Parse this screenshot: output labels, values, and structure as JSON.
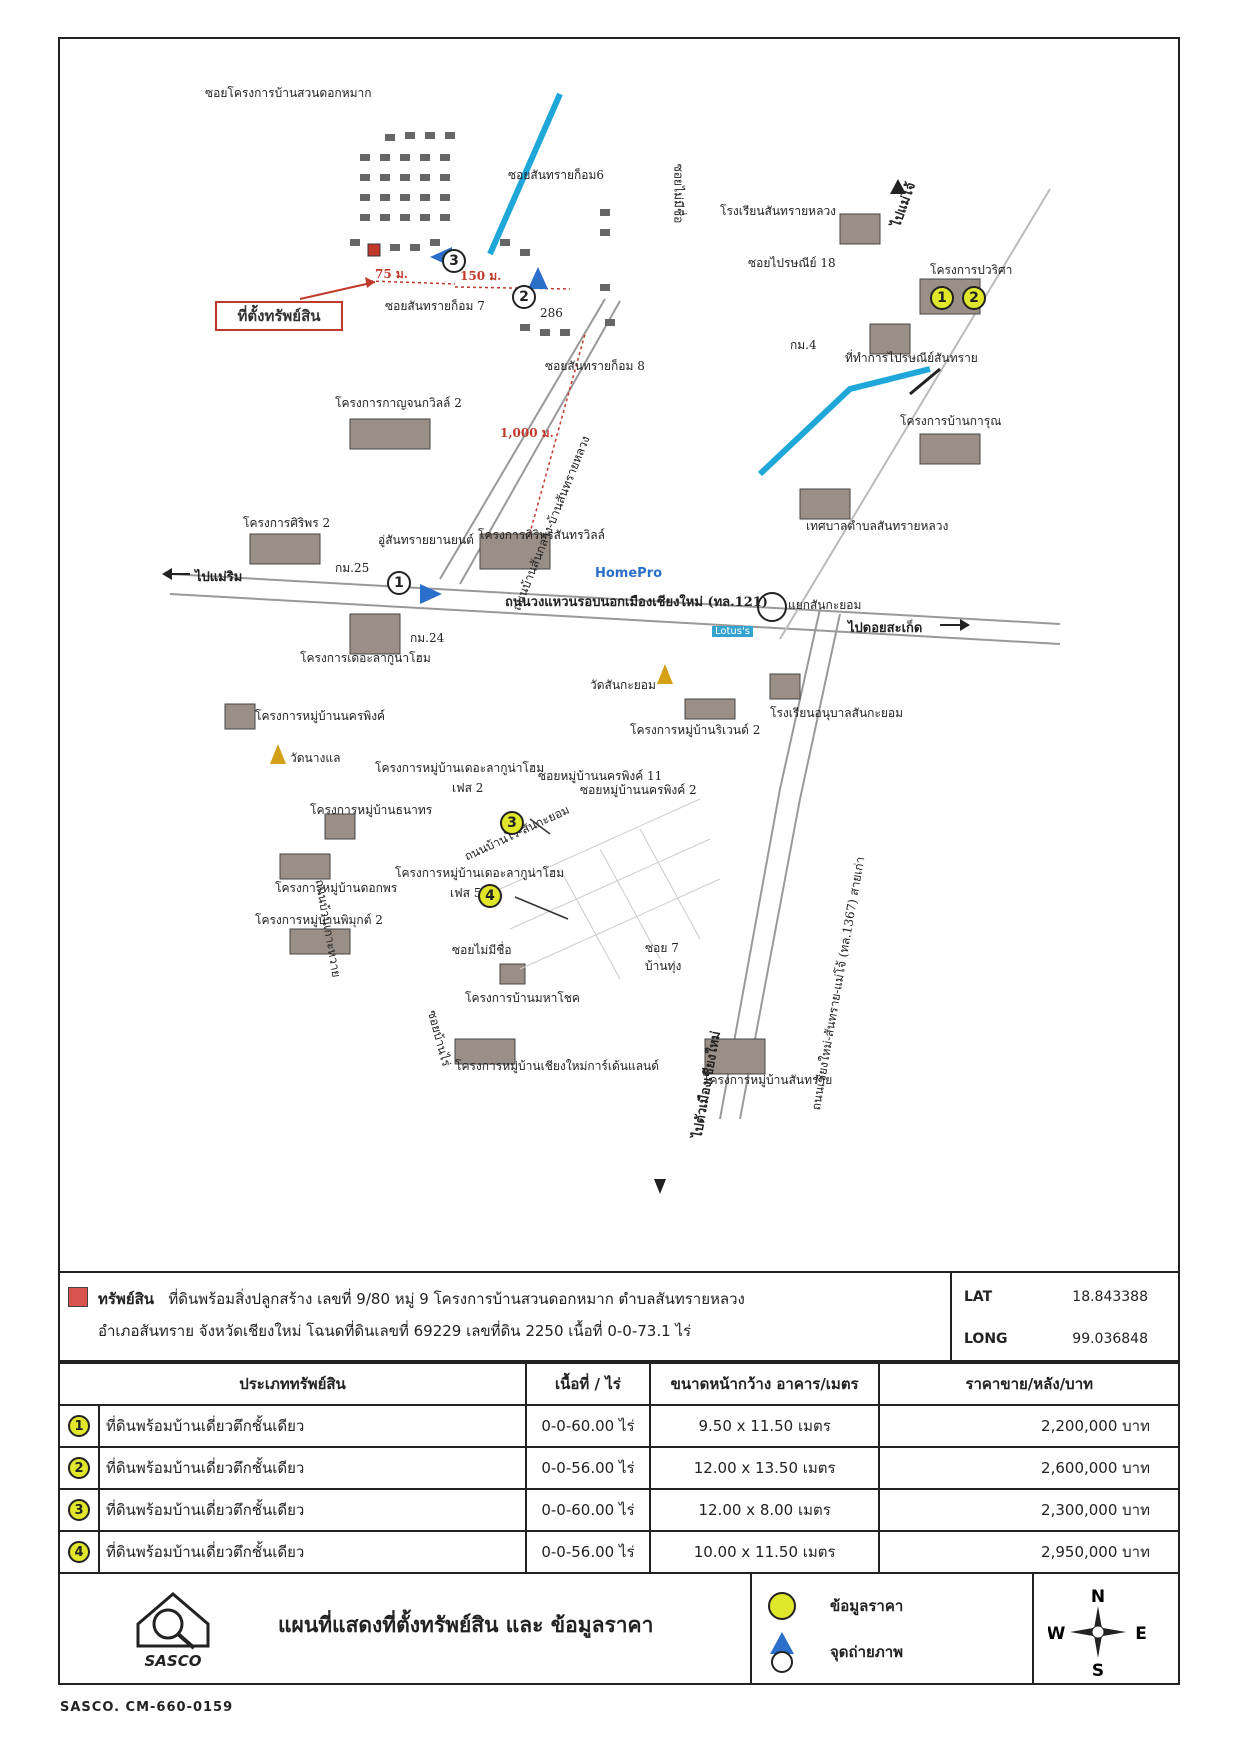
{
  "map": {
    "subject_label": "ที่ตั้งทรัพย์สิน",
    "dist_75": "75 ม.",
    "dist_150": "150 ม.",
    "dist_1000": "1,000 ม.",
    "num_286": "286",
    "labels": {
      "soi_project": "ซอยโครงการบ้านสวนดอกหมาก",
      "soi_6": "ซอยสันทรายก็อม6",
      "soi_7": "ซอยสันทรายก็อม 7",
      "soi_8": "ซอยสันทรายก็อม 8",
      "soi_nameless": "ซอยไม่มีชื่อ",
      "school_santsai": "โรงเรียนสันทรายหลวง",
      "soi_post18": "ซอยไปรษณีย์ 18",
      "to_maejo": "ไปแม่โจ้",
      "parisha": "โครงการปวริศา",
      "km4": "กม.4",
      "post_office": "ที่ทำการไปรษณีย์สันทราย",
      "kanjanavilla": "โครงการกาญจนกวิลล์ 2",
      "karun": "โครงการบ้านการุณ",
      "road_santsai": "ถนนบ้านสันกลาง-บ้านสันทรายหลวง",
      "sriphon": "โครงการศิริพร 2",
      "garage": "อู่สันทรายยานยนต์",
      "siripornvill": "โครงการศิริพรสันทรวิลล์",
      "homepro": "HomePro",
      "municipality": "เทศบาลตำบลสันทรายหลวง",
      "to_maerim": "ไปแม่ริม",
      "km25": "กม.25",
      "ring_road": "ถนนวงแหวนรอบนอกเมืองเชียงใหม่ (ทล.121)",
      "junction": "แยกสันกะยอม",
      "to_doisaket": "ไปดอยสะเก็ด",
      "lotus": "Lotus's",
      "laguna": "โครงการเดอะลากูนาโฮม",
      "km24": "กม.24",
      "wat_sankayom": "วัดสันกะยอม",
      "school_anuban": "โรงเรียนอนุบาลสันกะยอม",
      "nakorn_ping": "โครงการหมู่บ้านนครพิงค์",
      "rivendel": "โครงการหมู่บ้านริเวนด์ 2",
      "road_maejo": "ถนนเชียงใหม่-สันทราย-แม่โจ้ (ทล.1367) สายเก่า",
      "wat_nongjae": "วัดนางแล",
      "laguna_p2": "โครงการหมู่บ้านเดอะลากูน่าโฮม",
      "phase2": "เฟส 2",
      "soi_np11": "ซอยหมู่บ้านนครพิงค์ 11",
      "soi_np2": "ซอยหมู่บ้านนครพิงค์ 2",
      "thanathorn": "โครงการหมู่บ้านธนาทร",
      "road_banhoi": "ถนนบ้านไร่-สันกะยอม",
      "laguna_p5": "โครงการหมู่บ้านเดอะลากูน่าโฮม",
      "phase5": "เฟส 5",
      "dokphon": "โครงการหมู่บ้านดอกพร",
      "phimuk": "โครงการหมู่บ้านพิมุกต์ 2",
      "road_left": "ถนนบ้านเกาะหวาย",
      "soi_nameless2": "ซอยไม่มีชื่อ",
      "soi_7b": "ซอย 7",
      "ban_thung": "บ้านทุ่ง",
      "mahachok": "โครงการบ้านมหาโชค",
      "soi_banyai": "ซอยบ้านไร่",
      "garden": "โครงการหมู่บ้านเชียงใหม่การ์เด้นแลนด์",
      "to_city": "ไปตัวเมืองเชียงใหม่",
      "santsai_village": "โครงการหมู่บ้านสันทราย"
    }
  },
  "property": {
    "label": "ทรัพย์สิน",
    "line1": "ที่ดินพร้อมสิ่งปลูกสร้าง เลขที่ 9/80 หมู่ 9 โครงการบ้านสวนดอกหมาก ตำบลสันทรายหลวง",
    "line2": "อำเภอสันทราย จังหวัดเชียงใหม่ โฉนดที่ดินเลขที่ 69229 เลขที่ดิน 2250 เนื้อที่ 0-0-73.1 ไร่"
  },
  "coords": {
    "lat_label": "LAT",
    "lat": "18.843388",
    "long_label": "LONG",
    "long": "99.036848"
  },
  "table": {
    "headers": [
      "ประเภททรัพย์สิน",
      "เนื้อที่ / ไร่",
      "ขนาดหน้ากว้าง อาคาร/เมตร",
      "ราคาขาย/หลัง/บาท"
    ],
    "rows": [
      {
        "num": "1",
        "type": "ที่ดินพร้อมบ้านเดี่ยวตึกชั้นเดียว",
        "area": "0-0-60.00 ไร่",
        "size": "9.50 x 11.50 เมตร",
        "price": "2,200,000 บาท"
      },
      {
        "num": "2",
        "type": "ที่ดินพร้อมบ้านเดี่ยวตึกชั้นเดียว",
        "area": "0-0-56.00 ไร่",
        "size": "12.00 x 13.50 เมตร",
        "price": "2,600,000 บาท"
      },
      {
        "num": "3",
        "type": "ที่ดินพร้อมบ้านเดี่ยวตึกชั้นเดียว",
        "area": "0-0-60.00 ไร่",
        "size": "12.00 x 8.00 เมตร",
        "price": "2,300,000 บาท"
      },
      {
        "num": "4",
        "type": "ที่ดินพร้อมบ้านเดี่ยวตึกชั้นเดียว",
        "area": "0-0-56.00 ไร่",
        "size": "10.00 x 11.50 เมตร",
        "price": "2,950,000 บาท"
      }
    ]
  },
  "bottom": {
    "logo_text": "SASCO",
    "title": "แผนที่แสดงที่ตั้งทรัพย์สิน และ ข้อมูลราคา",
    "legend_price": "ข้อมูลราคา",
    "legend_photo": "จุดถ่ายภาพ",
    "compass": {
      "n": "N",
      "s": "S",
      "e": "E",
      "w": "W"
    }
  },
  "footer": "SASCO. CM-660-0159",
  "markers": {
    "m1": "1",
    "m2": "2",
    "m3": "3",
    "m4": "4"
  },
  "colors": {
    "river": "#1ea7d8",
    "subject": "#c0392b",
    "marker": "#e0e62a",
    "photo": "#2a6fc9"
  }
}
